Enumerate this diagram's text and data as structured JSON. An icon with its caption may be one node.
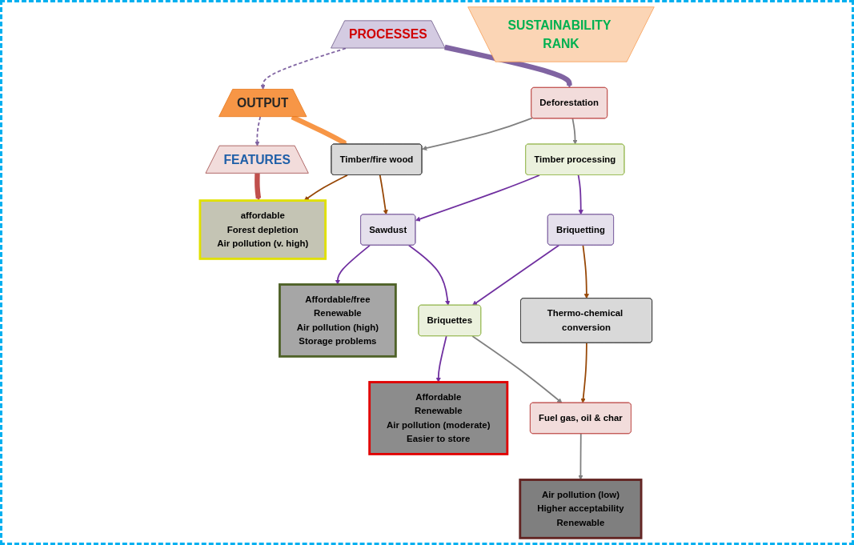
{
  "diagram": {
    "nodes": [
      {
        "text": [
          "PROCESSES"
        ]
      },
      {
        "text": [
          "OUTPUT"
        ]
      },
      {
        "text": [
          "FEATURES"
        ]
      },
      {
        "text": [
          "SUSTAINABILITY RANK"
        ]
      },
      {
        "text": [
          "Deforestation"
        ]
      },
      {
        "text": [
          "Timber/fire wood"
        ]
      },
      {
        "text": [
          "affordable",
          "Forest depletion",
          "Air pollution (v. high)"
        ]
      },
      {
        "text": [
          "Timber processing"
        ]
      },
      {
        "text": [
          "Sawdust"
        ]
      },
      {
        "text": [
          "Affordable/free",
          "Renewable",
          "Air pollution (high)",
          "Storage problems"
        ]
      },
      {
        "text": [
          "Briquetting"
        ]
      },
      {
        "text": [
          "Briquettes"
        ]
      },
      {
        "text": [
          "Affordable",
          "Renewable",
          "Air pollution (moderate)",
          "Easier to store"
        ]
      },
      {
        "text": [
          "Thermo-chemical conversion"
        ]
      },
      {
        "text": [
          "Fuel gas, oil & char"
        ]
      },
      {
        "text": [
          "Air pollution (low)",
          "Higher acceptability",
          "Renewable"
        ]
      }
    ],
    "edges": [
      {
        "from": 0,
        "to": 1,
        "arrow": "to",
        "style": "dashed",
        "color": "#8064a2"
      },
      {
        "from": 1,
        "to": 2,
        "arrow": "to",
        "style": "dashed",
        "color": "#8064a2"
      },
      {
        "from": 0,
        "to": 4,
        "arrow": "to",
        "style": "thick",
        "color": "#8064a2"
      },
      {
        "from": 1,
        "to": 5,
        "arrow": "to",
        "style": "thick",
        "color": "#f79646"
      },
      {
        "from": 2,
        "to": 6,
        "arrow": "to",
        "style": "thick",
        "color": "#c0504d"
      },
      {
        "from": 4,
        "to": 5,
        "arrow": "to",
        "color": "#808080"
      },
      {
        "from": 5,
        "to": 6,
        "arrow": "to",
        "color": "#974706"
      },
      {
        "from": 4,
        "to": 7,
        "arrow": "to",
        "color": "#808080"
      },
      {
        "from": 5,
        "to": 8,
        "arrow": "to",
        "color": "#974706"
      },
      {
        "from": 7,
        "to": 8,
        "arrow": "to",
        "color": "#7030a0"
      },
      {
        "from": 8,
        "to": 9,
        "arrow": "to",
        "color": "#7030a0"
      },
      {
        "from": 7,
        "to": 10,
        "arrow": "to",
        "color": "#7030a0"
      },
      {
        "from": 8,
        "to": 11,
        "arrow": "to",
        "color": "#7030a0"
      },
      {
        "from": 10,
        "to": 11,
        "arrow": "to",
        "color": "#7030a0"
      },
      {
        "from": 11,
        "to": 12,
        "arrow": "to",
        "color": "#7030a0"
      },
      {
        "from": 10,
        "to": 13,
        "arrow": "to",
        "color": "#974706"
      },
      {
        "from": 11,
        "to": 14,
        "arrow": "to",
        "color": "#808080"
      },
      {
        "from": 13,
        "to": 14,
        "arrow": "to",
        "color": "#974706"
      },
      {
        "from": 14,
        "to": 15,
        "arrow": "to",
        "color": "#808080"
      }
    ]
  }
}
